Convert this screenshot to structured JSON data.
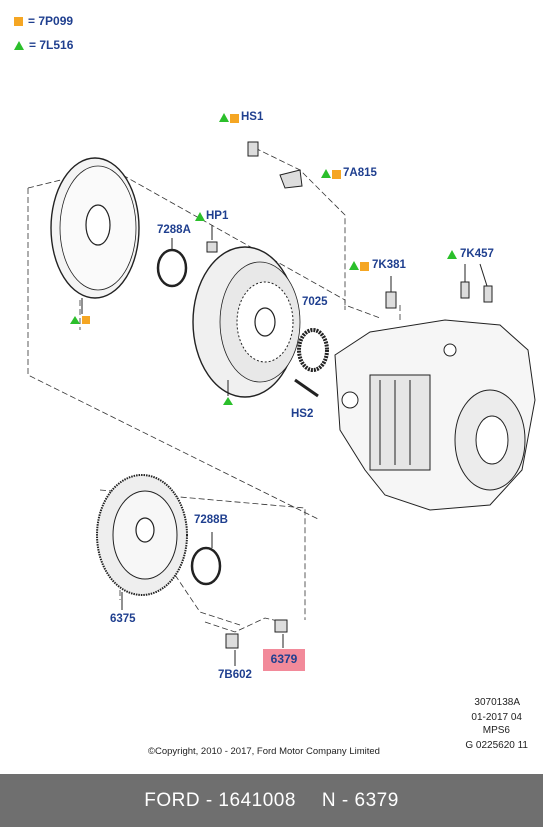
{
  "legend": [
    {
      "marker": "orange-square",
      "color": "#f5a623",
      "text": "= 7P099"
    },
    {
      "marker": "green-triangle",
      "color": "#2bbf2b",
      "text": "= 7L516"
    }
  ],
  "parts": {
    "hs1": "HS1",
    "a815": "7A815",
    "hp1": "HP1",
    "a7288a": "7288A",
    "k381": "7K381",
    "k457": "7K457",
    "p7025": "7025",
    "hs2": "HS2",
    "a7288b": "7288B",
    "p6375": "6375",
    "p6379": "6379",
    "b7602": "7B602"
  },
  "reference": {
    "line1": "3070138A",
    "line2": "01-2017 04",
    "line3": "MPS6",
    "line4": "G 0225620 11"
  },
  "copyright": "©Copyright, 2010 - 2017, Ford Motor Company Limited",
  "footer": {
    "left": "FORD - 1641008",
    "right": "N - 6379"
  },
  "colors": {
    "label_blue": "#1f3f8f",
    "highlight": "#f28a9a",
    "footer_bg": "#6f6f6f",
    "green": "#2bbf2b",
    "orange": "#f5a623"
  }
}
